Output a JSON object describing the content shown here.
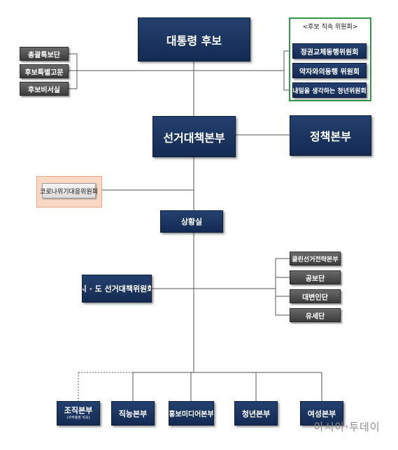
{
  "colors": {
    "navy": "#1a3563",
    "gray": "#4d4d4d",
    "committee_border": "#2e9a46",
    "corona_bg": "#f9d9c6",
    "watermark_accent": "#c12a2a"
  },
  "top": {
    "candidate": "대통령 후보"
  },
  "left_support": [
    "총괄특보단",
    "후보특별고문",
    "후보비서실"
  ],
  "committee": {
    "title": "<후보 직속 위원회>",
    "items": [
      "정권교체동행위원회",
      "약자와의동행 위원회",
      "내일을 생각하는 청년위원회"
    ]
  },
  "hq": {
    "campaign": "선거대책본부",
    "policy": "정책본부"
  },
  "corona": "코로나위기대응위원회",
  "situation_room": "상황실",
  "regional": "시 · 도 선거대책위원회",
  "right_units": [
    "클린선거전략본부",
    "공보단",
    "대변인단",
    "유세단"
  ],
  "bottom": [
    {
      "label": "조직본부",
      "sub": "(사무총장 직속)"
    },
    {
      "label": "직능본부"
    },
    {
      "label": "홍보미디어본부"
    },
    {
      "label": "청년본부"
    },
    {
      "label": "여성본부"
    }
  ],
  "watermark": {
    "part1": "아시아",
    "dot": "·",
    "part2": "투데이"
  }
}
